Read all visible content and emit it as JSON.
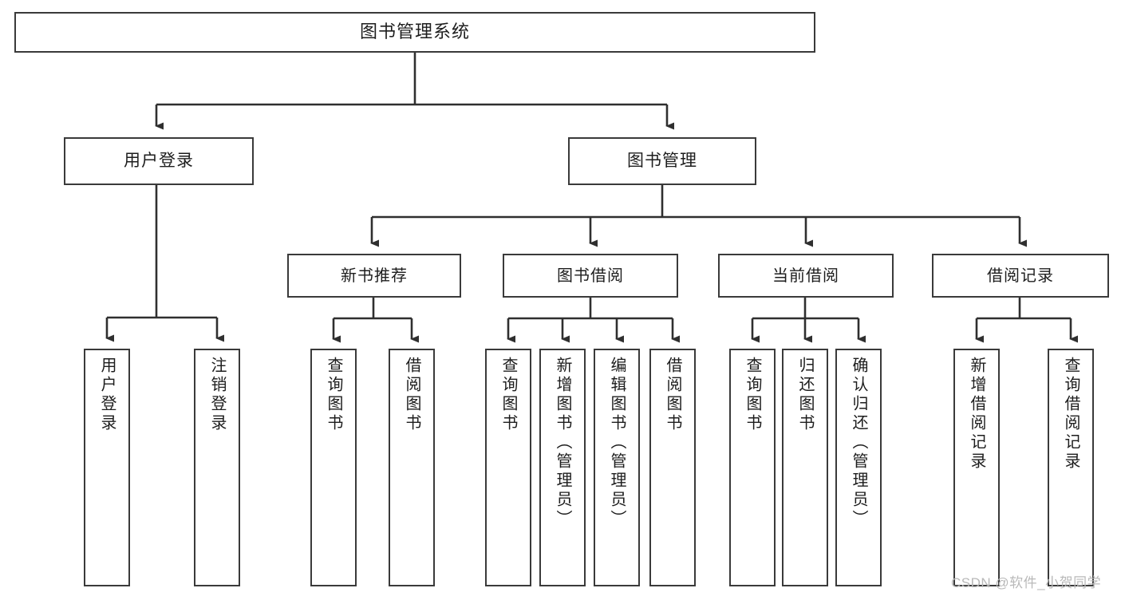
{
  "diagram": {
    "title": "图书管理系统",
    "watermark": "CSDN @软件_小贺同学",
    "colors": {
      "stroke": "#3a3a3a",
      "text": "#1d1d1d",
      "background": "#ffffff",
      "watermark": "#b9b9b9"
    }
  },
  "root": {
    "label": "图书管理系统"
  },
  "level2": [
    {
      "label": "用户登录"
    },
    {
      "label": "图书管理"
    }
  ],
  "level3": [
    {
      "label": "新书推荐"
    },
    {
      "label": "图书借阅"
    },
    {
      "label": "当前借阅"
    },
    {
      "label": "借阅记录"
    }
  ],
  "leaves": {
    "user_login": [
      {
        "label": "用户登录"
      },
      {
        "label": "注销登录"
      }
    ],
    "new_book": [
      {
        "label": "查询图书"
      },
      {
        "label": "借阅图书"
      }
    ],
    "book_borrow": [
      {
        "label": "查询图书"
      },
      {
        "label": "新增图书（管理员）"
      },
      {
        "label": "编辑图书（管理员）"
      },
      {
        "label": "借阅图书"
      }
    ],
    "current_borrow": [
      {
        "label": "查询图书"
      },
      {
        "label": "归还图书"
      },
      {
        "label": "确认归还（管理员）"
      }
    ],
    "borrow_record": [
      {
        "label": "新增借阅记录"
      },
      {
        "label": "查询借阅记录"
      }
    ]
  }
}
